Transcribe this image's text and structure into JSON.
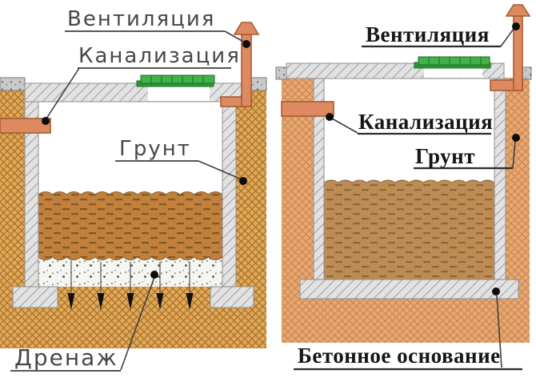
{
  "figure": {
    "type": "technical-diagram",
    "subject": "cesspool / septic pit cross-sections, left with drainage bottom, right with concrete base"
  },
  "left_diagram": {
    "labels": {
      "ventilation": "Вентиляция",
      "sewer": "Канализация",
      "soil": "Грунт",
      "drainage": "Дренаж"
    }
  },
  "right_diagram": {
    "labels": {
      "ventilation": "Вентиляция",
      "sewer": "Канализация",
      "soil": "Грунт",
      "concrete_base": "Бетонное основание"
    }
  },
  "colors": {
    "ground_left": "#E3A755",
    "ground_left_line": "#9B6C2B",
    "ground_right": "#E9A76E",
    "ground_right_line": "#C28455",
    "concrete": "#E2E2E2",
    "concrete_line": "#9F9F9F",
    "surface_strip": "#C9C9C9",
    "sludge_left": "#C1803C",
    "sludge_left_dash": "#7D5A28",
    "sludge_right": "#BE8B55",
    "sludge_right_dash": "#8A683E",
    "pipe": "#DD8A61",
    "cover_green": "#43B04A",
    "cover_green_dark": "#2F9636",
    "drain_fill": "#F5F5F1",
    "white": "#FFFFFF"
  }
}
